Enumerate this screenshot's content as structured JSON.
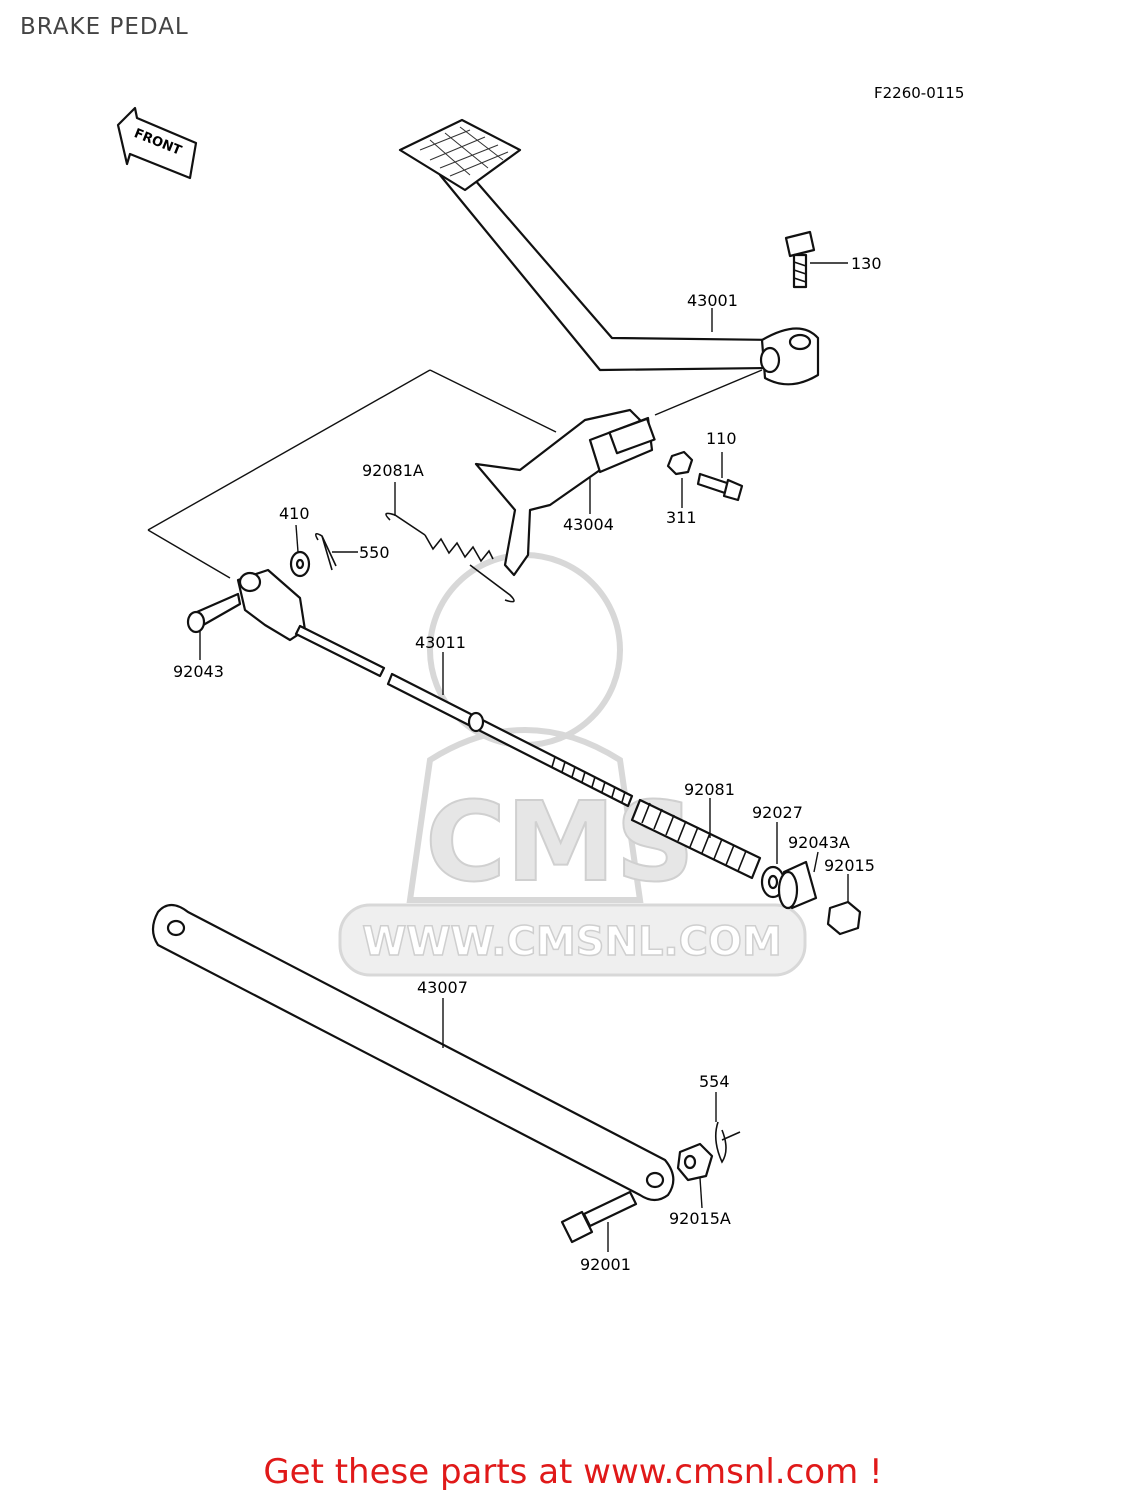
{
  "page": {
    "title": "BRAKE PEDAL",
    "diagram_code": "F2260-0115"
  },
  "direction_marker": {
    "text": "FRONT",
    "icon": "front-arrow-icon"
  },
  "watermark": {
    "text": "WWW.CMSNL.COM",
    "logo": "CMS"
  },
  "callouts": [
    {
      "id": "130",
      "part": "bolt"
    },
    {
      "id": "43001",
      "part": "brake pedal"
    },
    {
      "id": "110",
      "part": "bolt"
    },
    {
      "id": "92081A",
      "part": "spring"
    },
    {
      "id": "410",
      "part": "washer"
    },
    {
      "id": "550",
      "part": "cotter pin"
    },
    {
      "id": "43004",
      "part": "shaft"
    },
    {
      "id": "311",
      "part": "nut"
    },
    {
      "id": "92043",
      "part": "pin"
    },
    {
      "id": "43011",
      "part": "rod"
    },
    {
      "id": "92081",
      "part": "spring"
    },
    {
      "id": "92027",
      "part": "collar"
    },
    {
      "id": "92043A",
      "part": "pin"
    },
    {
      "id": "92015",
      "part": "nut"
    },
    {
      "id": "43007",
      "part": "torque link"
    },
    {
      "id": "554",
      "part": "clip"
    },
    {
      "id": "92015A",
      "part": "nut"
    },
    {
      "id": "92001",
      "part": "bolt"
    }
  ],
  "footer": {
    "link_text": "Get these parts at www.cmsnl.com !"
  },
  "colors": {
    "footer_link": "#e01919",
    "watermark": "#d8d8d8",
    "line_art": "#111111"
  }
}
